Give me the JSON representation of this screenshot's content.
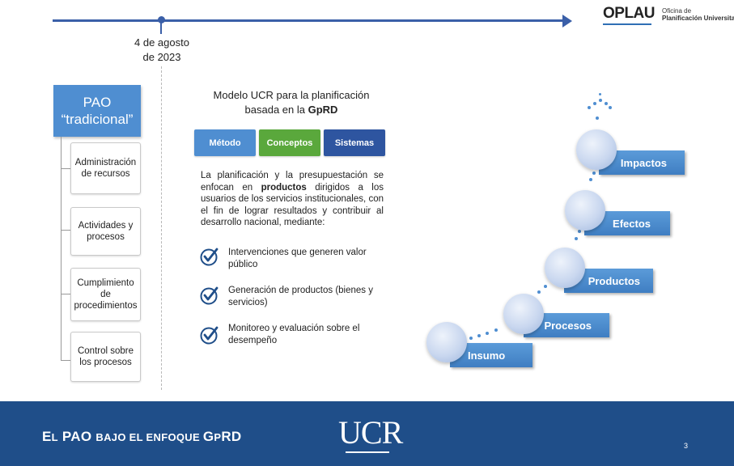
{
  "timeline": {
    "date_line1": "4 de agosto",
    "date_line2": "de 2023"
  },
  "logo": {
    "name": "OPLAU",
    "sub_line1": "Oficina de",
    "sub_line2": "Planificación Universitaria"
  },
  "left": {
    "title_line1": "PAO",
    "title_line2": "“tradicional”",
    "items": [
      {
        "line1": "Administración",
        "line2": "de recursos",
        "line3": ""
      },
      {
        "line1": "Actividades y",
        "line2": "procesos",
        "line3": ""
      },
      {
        "line1": "Cumplimiento",
        "line2": "de",
        "line3": "procedimientos"
      },
      {
        "line1": "Control sobre",
        "line2": "los procesos",
        "line3": ""
      }
    ]
  },
  "middle": {
    "title_line1": "Modelo UCR para la planificación",
    "title_line2_pre": "basada en la ",
    "title_line2_bold": "GpRD",
    "buttons": {
      "metodo": "Método",
      "conceptos": "Conceptos",
      "sistemas": "Sistemas"
    },
    "para_pre": "La planificación y la presupuestación se enfocan en ",
    "para_bold": "productos",
    "para_post": " dirigidos a los usuarios de los servicios institucionales, con el fin de lograr resultados y contribuir al desarrollo nacional, mediante:",
    "checks": [
      {
        "line1": "Intervenciones que generen valor",
        "line2": "público"
      },
      {
        "line1": "Generación de productos (bienes y",
        "line2": "servicios)"
      },
      {
        "line1": "Monitoreo y evaluación sobre el",
        "line2": "desempeño"
      }
    ]
  },
  "steps": {
    "insumo": "Insumo",
    "procesos": "Procesos",
    "productos": "Productos",
    "efectos": "Efectos",
    "impactos": "Impactos"
  },
  "footer": {
    "title_E": "E",
    "title_l": "L",
    "title_PAO": " PAO ",
    "title_bajo": "BAJO EL ENFOQUE ",
    "title_G": "G",
    "title_p": "P",
    "title_RD": "RD",
    "logo": "UCR",
    "page": "3"
  },
  "colors": {
    "accent_blue": "#4f8ed1",
    "green": "#5aa83c",
    "navy": "#2e55a0",
    "footer": "#1f4e89"
  },
  "icons": {
    "check": "check-circle-icon"
  }
}
